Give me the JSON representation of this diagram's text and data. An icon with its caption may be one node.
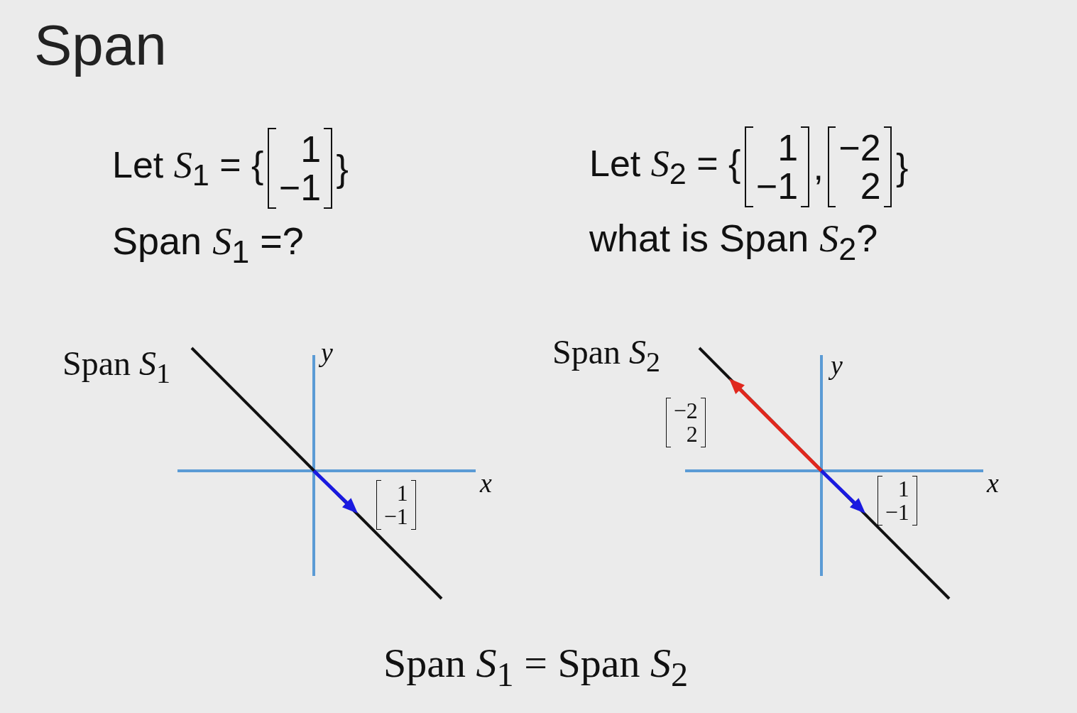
{
  "diagram": {
    "title": "Span",
    "labels": [
      "Let *S*$_{1}$ = {",
      "1",
      "−1",
      "}",
      "Let *S*$_{2}$ = {",
      "1",
      "−1",
      ",",
      "−2",
      "2",
      "}",
      "Span *S*$_{1}$ =?",
      "what is Span *S*$_{2}$?",
      "Span *S*$_{1}$",
      "y",
      "x",
      "1",
      "−1",
      "Span *S*$_{2}$",
      "y",
      "−2",
      "2",
      "x",
      "1",
      "−1",
      "Span *S*$_{1}$ = Span *S*$_{2}$"
    ]
  }
}
